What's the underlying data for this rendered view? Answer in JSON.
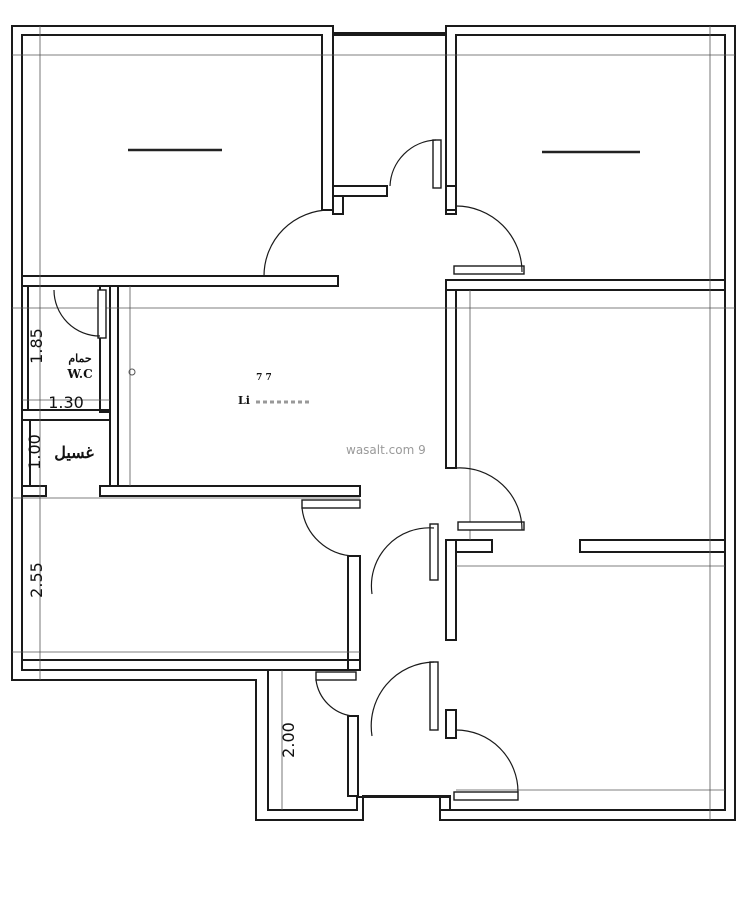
{
  "plan": {
    "dimensions": [
      "1.85",
      "1.30",
      "1.00",
      "2.55",
      "2.00"
    ],
    "labels": {
      "bathroom_ar": "حمام",
      "bathroom_en": "W.C",
      "wash_ar": "غسيل",
      "living_text": "Li",
      "living_marks": "7      7"
    },
    "watermark": "wasalt.com 9"
  }
}
